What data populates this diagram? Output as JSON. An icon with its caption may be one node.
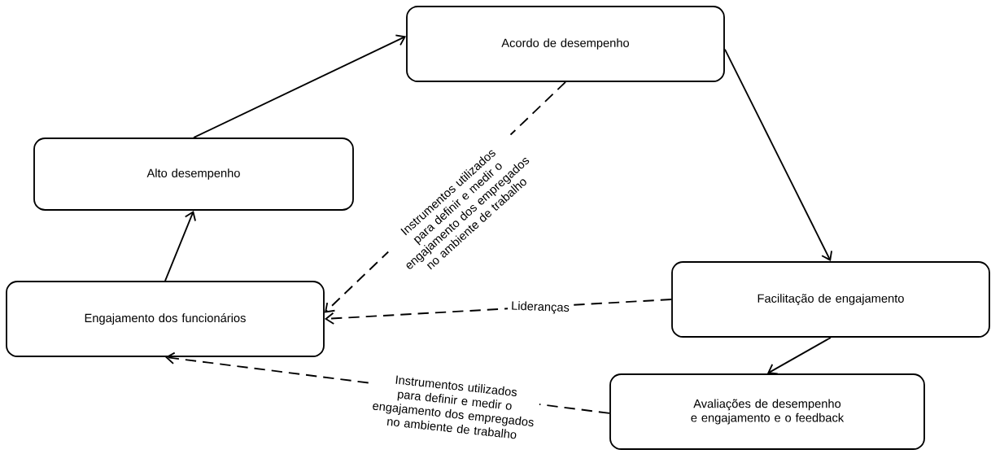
{
  "diagram": {
    "nodes": [
      {
        "text": [
          "Acordo de desempenho"
        ]
      },
      {
        "text": [
          "Alto desempenho"
        ]
      },
      {
        "text": [
          "Engajamento dos funcionários"
        ]
      },
      {
        "text": [
          "Facilitação de engajamento"
        ]
      },
      {
        "text": [
          "Avaliações de desempenho e engajamento e o feedback"
        ]
      }
    ],
    "edges": [
      {
        "from": 2,
        "to": 1,
        "arrow": "to"
      },
      {
        "from": 1,
        "to": 0,
        "arrow": "to"
      },
      {
        "from": 0,
        "to": 3,
        "arrow": "to"
      },
      {
        "from": 3,
        "to": 4,
        "arrow": "to"
      },
      {
        "from": 0,
        "to": 2,
        "arrow": "to",
        "style": "dashed",
        "label": "Instrumentos utilizados para definir e medir o engajamento dos empregados no ambiente de trabalho"
      },
      {
        "from": 3,
        "to": 2,
        "arrow": "to",
        "style": "dashed",
        "label": "Lideranças"
      },
      {
        "from": 4,
        "to": 2,
        "arrow": "to",
        "style": "dashed",
        "label": "Instrumentos utilizados para definir e medir o engajamento dos empregados no ambiente de trabalho"
      }
    ]
  }
}
